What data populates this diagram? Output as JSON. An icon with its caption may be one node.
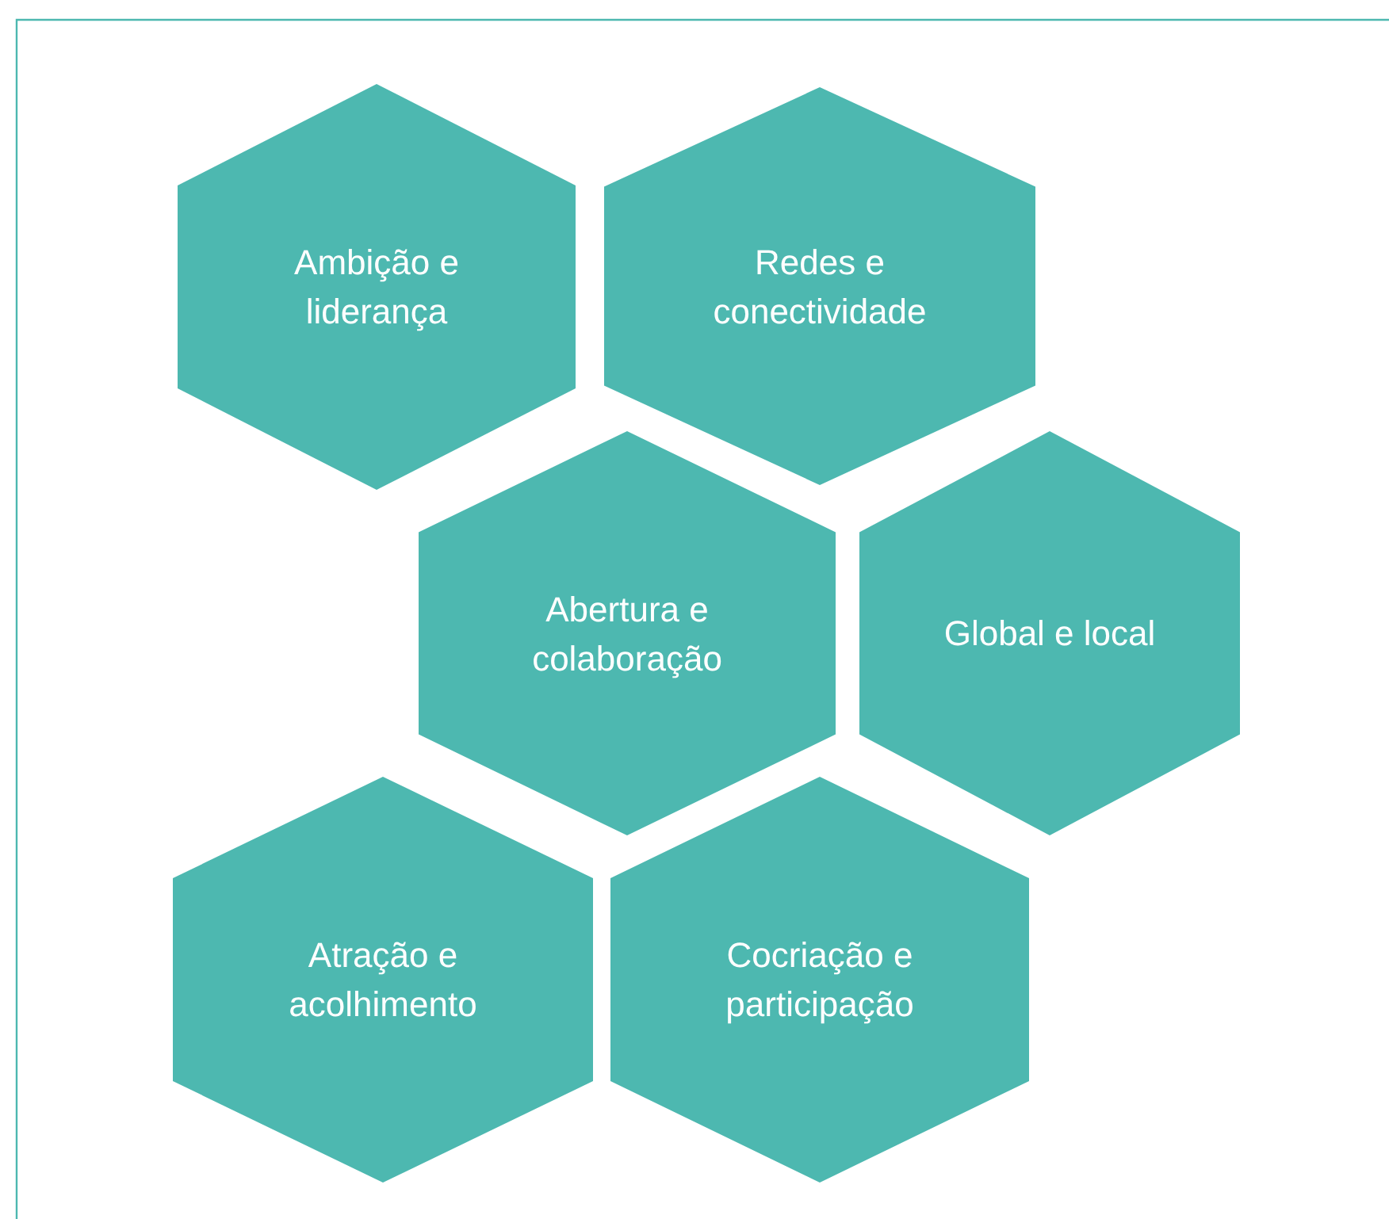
{
  "diagram": {
    "nodes": [
      {
        "text": [
          "Ambição e liderança"
        ]
      },
      {
        "text": [
          "Redes e conectividade"
        ]
      },
      {
        "text": [
          "Abertura e colaboração"
        ]
      },
      {
        "text": [
          "Global e local"
        ]
      },
      {
        "text": [
          "Atração e acolhimento"
        ]
      },
      {
        "text": [
          "Cocriação e participação"
        ]
      }
    ]
  }
}
